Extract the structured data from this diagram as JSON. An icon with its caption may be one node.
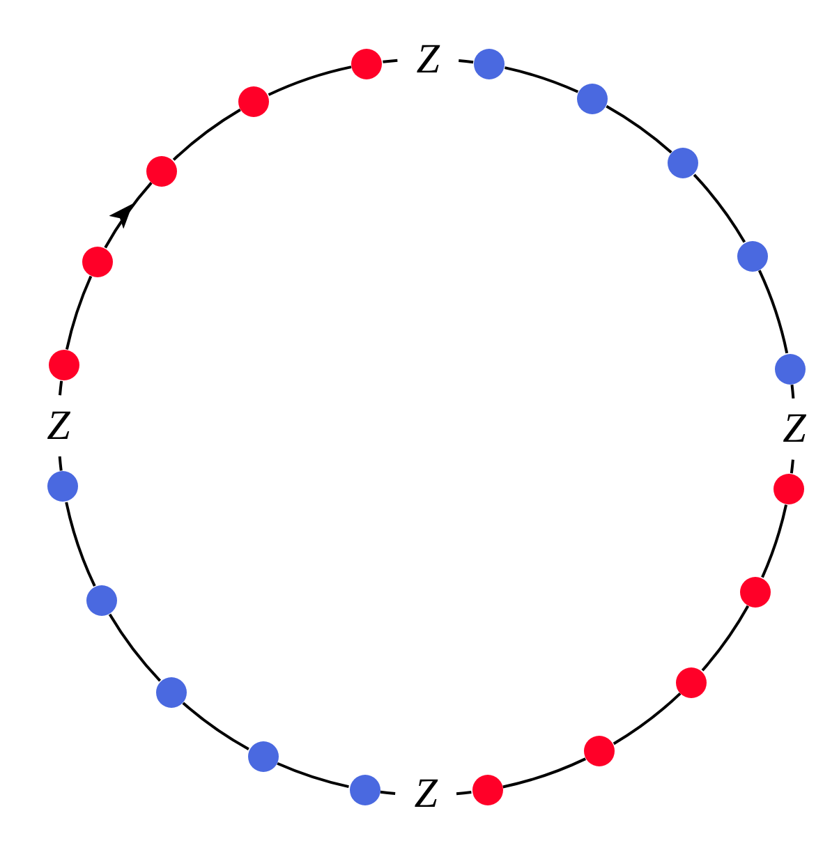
{
  "diagram": {
    "nodes": [
      {
        "text": [],
        "shape": "circle"
      },
      {
        "text": [],
        "shape": "circle"
      },
      {
        "text": [],
        "shape": "circle"
      },
      {
        "text": [],
        "shape": "circle"
      },
      {
        "text": [],
        "shape": "circle"
      },
      {
        "text": [],
        "shape": "circle"
      },
      {
        "text": [],
        "shape": "circle"
      },
      {
        "text": [],
        "shape": "circle"
      },
      {
        "text": [],
        "shape": "circle"
      },
      {
        "text": [],
        "shape": "circle"
      },
      {
        "text": [],
        "shape": "circle"
      },
      {
        "text": [],
        "shape": "circle"
      },
      {
        "text": [],
        "shape": "circle"
      },
      {
        "text": [],
        "shape": "circle"
      },
      {
        "text": [],
        "shape": "circle"
      },
      {
        "text": [],
        "shape": "circle"
      },
      {
        "text": [],
        "shape": "circle"
      },
      {
        "text": [],
        "shape": "circle"
      },
      {
        "text": [],
        "shape": "circle"
      },
      {
        "text": [],
        "shape": "circle"
      }
    ],
    "edges": [
      {
        "from": 0,
        "to": 1,
        "arrow": "none"
      },
      {
        "from": 1,
        "to": 2,
        "arrow": "none"
      },
      {
        "from": 2,
        "to": 3,
        "arrow": "none"
      },
      {
        "from": 3,
        "to": 4,
        "arrow": "none"
      },
      {
        "from": 4,
        "to": 5,
        "arrow": "none",
        "label": "Z"
      },
      {
        "from": 5,
        "to": 6,
        "arrow": "none"
      },
      {
        "from": 6,
        "to": 7,
        "arrow": "none"
      },
      {
        "from": 7,
        "to": 8,
        "arrow": "none"
      },
      {
        "from": 8,
        "to": 9,
        "arrow": "none"
      },
      {
        "from": 9,
        "to": 10,
        "arrow": "none",
        "label": "Z"
      },
      {
        "from": 10,
        "to": 11,
        "arrow": "none"
      },
      {
        "from": 11,
        "to": 12,
        "arrow": "none"
      },
      {
        "from": 12,
        "to": 13,
        "arrow": "none"
      },
      {
        "from": 13,
        "to": 14,
        "arrow": "none"
      },
      {
        "from": 14,
        "to": 15,
        "arrow": "none",
        "label": "Z"
      },
      {
        "from": 15,
        "to": 16,
        "arrow": "none"
      },
      {
        "from": 16,
        "to": 17,
        "arrow": "to"
      },
      {
        "from": 17,
        "to": 18,
        "arrow": "none"
      },
      {
        "from": 18,
        "to": 19,
        "arrow": "none"
      },
      {
        "from": 19,
        "to": 0,
        "arrow": "none",
        "label": "Z"
      }
    ]
  }
}
